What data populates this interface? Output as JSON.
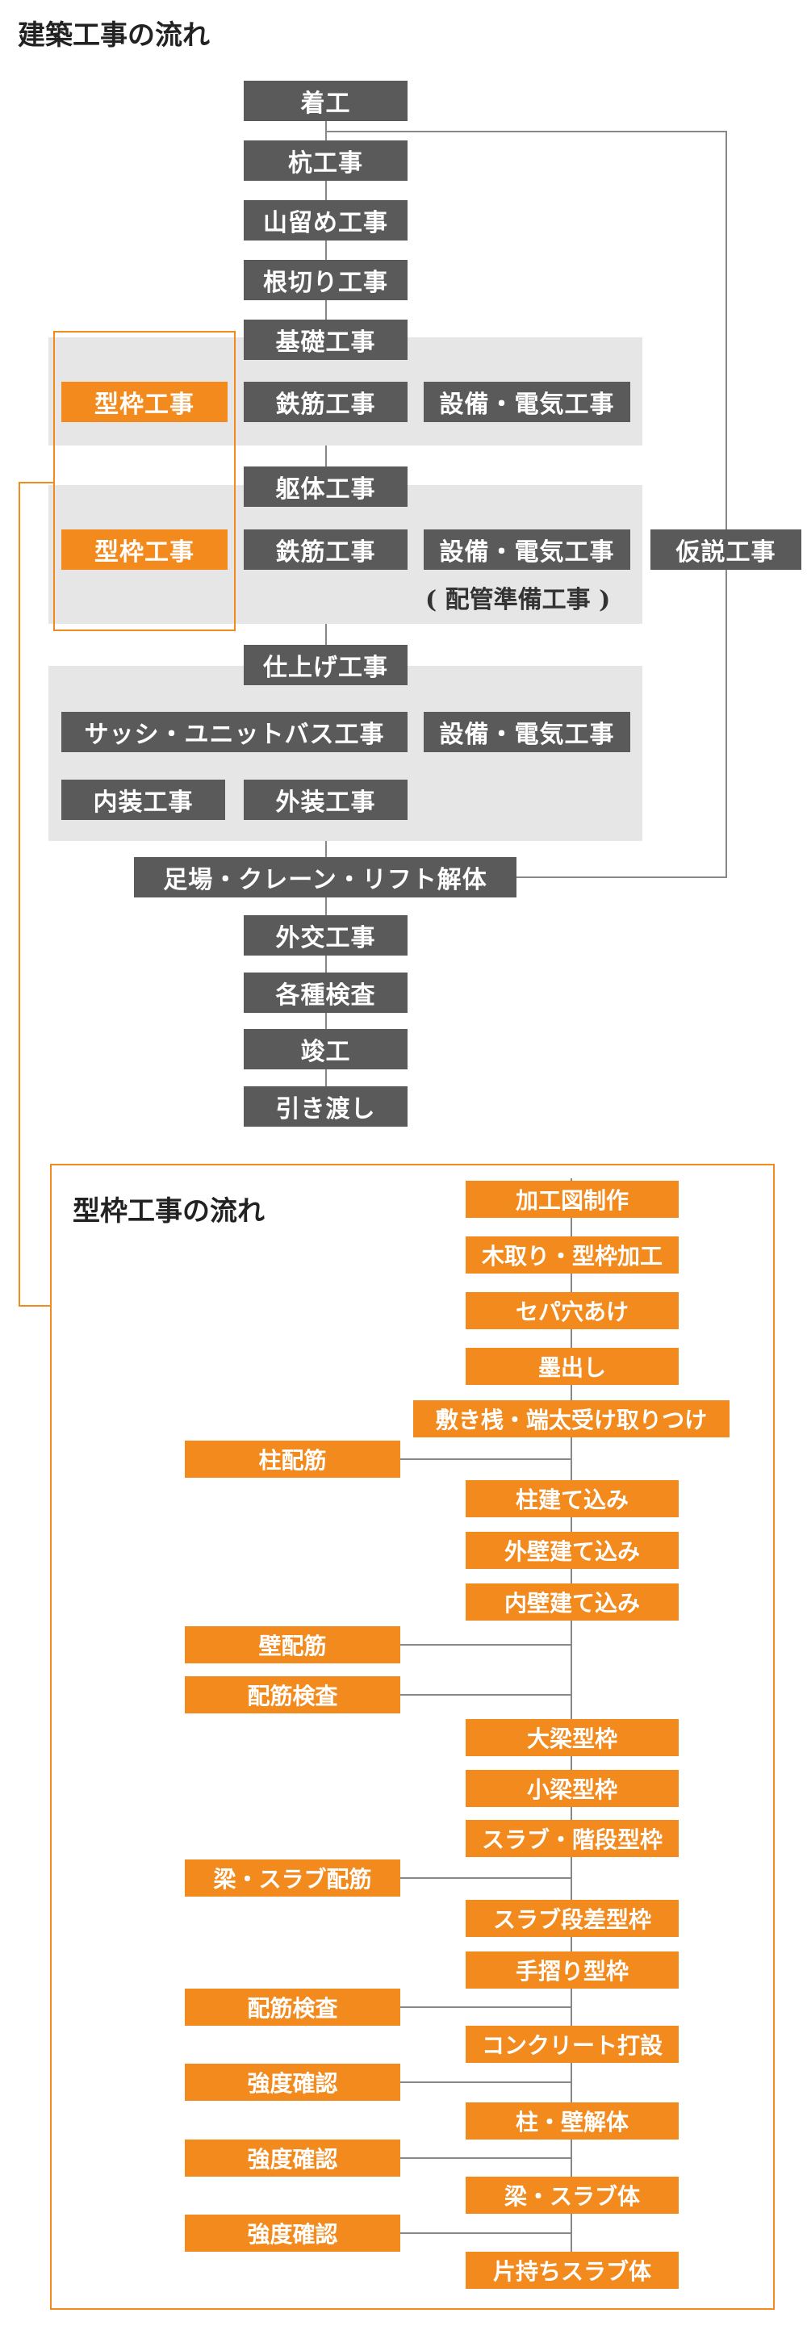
{
  "colors": {
    "gray_box": "#5a5a5a",
    "orange": "#f28a1e",
    "region": "#e6e6e6",
    "line": "#888888"
  },
  "main": {
    "title": "建築工事の流れ",
    "steps": {
      "chakko": "着工",
      "kui": "杭工事",
      "yamadome": "山留め工事",
      "nekiri": "根切り工事",
      "kiso": "基礎工事",
      "kutai": "躯体工事",
      "shiage": "仕上げ工事",
      "ashiba": "足場・クレーン・リフト解体",
      "gaiko": "外交工事",
      "kensa": "各種検査",
      "shunko": "竣工",
      "hikiwatashi": "引き渡し"
    },
    "kiso_group": {
      "katawaku": "型枠工事",
      "tekkin": "鉄筋工事",
      "setsubi": "設備・電気工事"
    },
    "kutai_group": {
      "katawaku": "型枠工事",
      "tekkin": "鉄筋工事",
      "setsubi": "設備・電気工事",
      "note": "( 配管準備工事 )"
    },
    "shiage_group": {
      "sash": "サッシ・ユニットバス工事",
      "setsubi": "設備・電気工事",
      "naiso": "内装工事",
      "gaiso": "外装工事"
    },
    "kasetsu": "仮説工事"
  },
  "formwork": {
    "title": "型枠工事の流れ",
    "main_steps": [
      "加工図制作",
      "木取り・型枠加工",
      "セパ穴あけ",
      "墨出し",
      "敷き桟・端太受け取りつけ",
      "柱建て込み",
      "外壁建て込み",
      "内壁建て込み",
      "大梁型枠",
      "小梁型枠",
      "スラブ・階段型枠",
      "スラブ段差型枠",
      "手摺り型枠",
      "コンクリート打設",
      "柱・壁解体",
      "梁・スラブ体",
      "片持ちスラブ体"
    ],
    "side_steps": [
      "柱配筋",
      "壁配筋",
      "配筋検査",
      "梁・スラブ配筋",
      "配筋検査",
      "強度確認",
      "強度確認",
      "強度確認"
    ]
  }
}
